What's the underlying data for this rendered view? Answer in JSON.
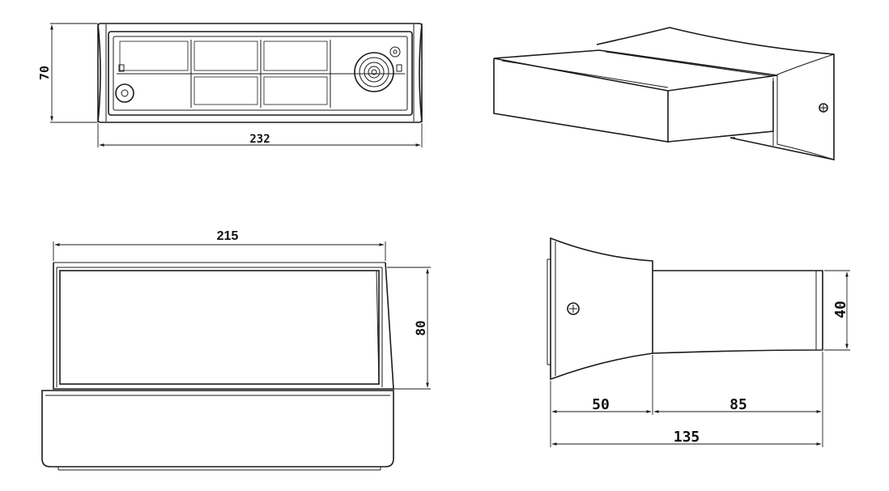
{
  "colors": {
    "line": "#1a1a1a",
    "background": "#ffffff"
  },
  "dimensions": {
    "back_height": "70",
    "back_width": "232",
    "front_width": "215",
    "front_height": "80",
    "side_height": "40",
    "side_depth_front": "50",
    "side_depth_body": "85",
    "side_depth_total": "135"
  },
  "icons": {
    "screw": "screw-icon",
    "cable_gland": "cable-gland-icon",
    "mounting_hole": "mounting-hole-icon"
  }
}
